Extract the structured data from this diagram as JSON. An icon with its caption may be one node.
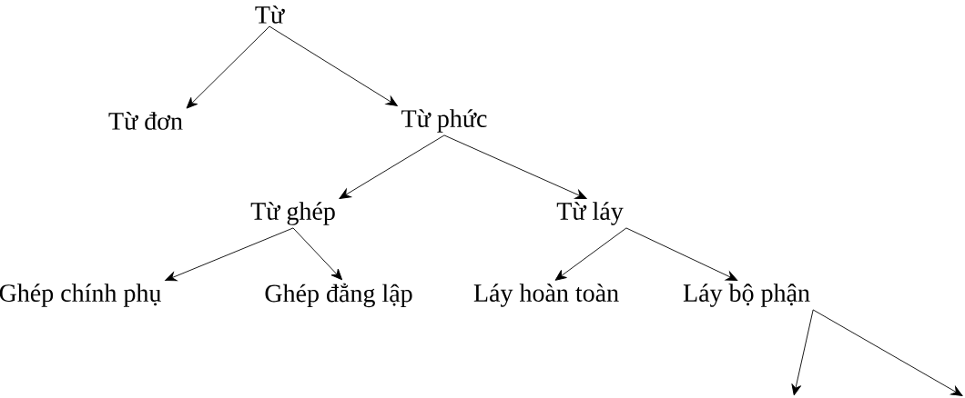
{
  "diagram": {
    "nodes": [
      {
        "text": [
          "Từ"
        ]
      },
      {
        "text": [
          "Từ đơn"
        ]
      },
      {
        "text": [
          "Từ phức"
        ]
      },
      {
        "text": [
          "Từ ghép"
        ]
      },
      {
        "text": [
          "Từ láy"
        ]
      },
      {
        "text": [
          "Ghép chính phụ"
        ]
      },
      {
        "text": [
          "Ghép đẳng lập"
        ]
      },
      {
        "text": [
          "Láy hoàn toàn"
        ]
      },
      {
        "text": [
          "Láy bộ phận"
        ]
      }
    ],
    "edges": [
      {
        "from": 0,
        "to": 1,
        "arrow": "to"
      },
      {
        "from": 0,
        "to": 2,
        "arrow": "to"
      },
      {
        "from": 2,
        "to": 3,
        "arrow": "to"
      },
      {
        "from": 2,
        "to": 4,
        "arrow": "to"
      },
      {
        "from": 3,
        "to": 5,
        "arrow": "to"
      },
      {
        "from": 3,
        "to": 6,
        "arrow": "to"
      },
      {
        "from": 4,
        "to": 7,
        "arrow": "to"
      },
      {
        "from": 4,
        "to": 8,
        "arrow": "to"
      },
      {
        "from": 8,
        "to": null,
        "arrow": "to"
      },
      {
        "from": 8,
        "to": null,
        "arrow": "to"
      }
    ]
  }
}
